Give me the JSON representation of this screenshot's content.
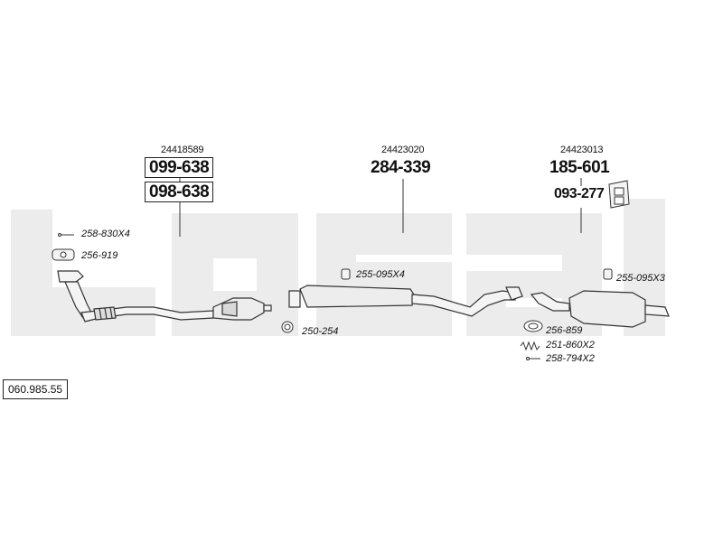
{
  "groups": [
    {
      "oe": "24418589",
      "parts": [
        "099-638",
        "098-638"
      ]
    },
    {
      "oe": "24423020",
      "parts": [
        "284-339"
      ]
    },
    {
      "oe": "24423013",
      "parts": [
        "185-601",
        "093-277"
      ]
    }
  ],
  "accessories": {
    "a1": "258-830X4",
    "a2": "256-919",
    "a3": "255-095X4",
    "a4": "250-254",
    "a5": "255-095X3",
    "a6": "256-859",
    "a7": "251-860X2",
    "a8": "258-794X2"
  },
  "diagram_code": "060.985.55",
  "colors": {
    "watermark": "#ececec",
    "line": "#333333",
    "pipe": "#f4f4f4"
  }
}
